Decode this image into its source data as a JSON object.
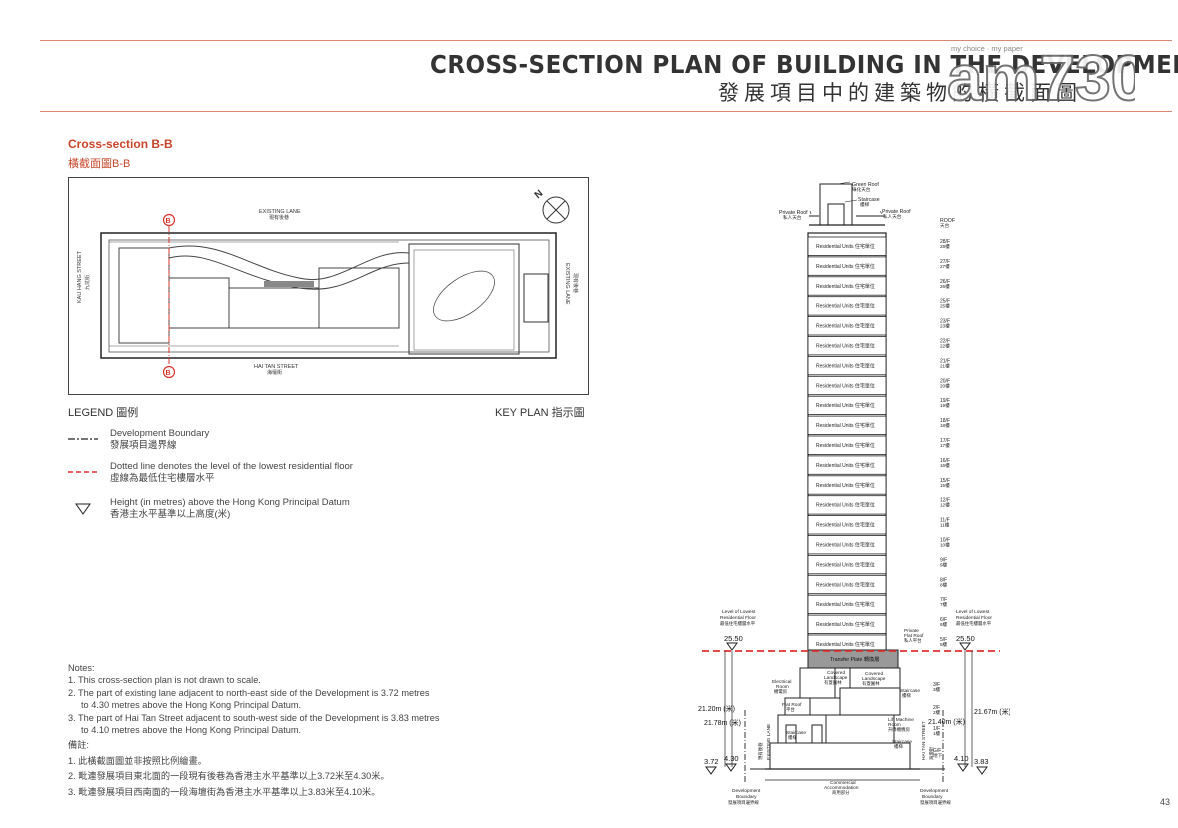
{
  "header": {
    "title_en": "CROSS-SECTION PLAN OF BUILDING IN THE DEVELOPMENT",
    "title_zh": "發展項目中的建築物的橫截面圖",
    "watermark_text": "am730",
    "watermark_tag": "my choice · my paper"
  },
  "section": {
    "title": "Cross-section B-B",
    "subtitle": "橫截面圖B-B"
  },
  "keyplan": {
    "heading": "KEY PLAN 指示圖",
    "lane_top": "EXISTING LANE",
    "lane_top_zh": "現有後巷",
    "street_left": "KAU HANG STREET",
    "street_left_zh": "九坑街",
    "lane_right": "EXISTING LANE",
    "lane_right_zh": "現有後巷",
    "street_bottom": "HAI TAN STREET",
    "street_bottom_zh": "海壇街",
    "marker": "B",
    "north": "N"
  },
  "legend": {
    "heading": "LEGEND 圖例",
    "items": [
      {
        "en": "Development Boundary",
        "zh": "發展項目邊界線"
      },
      {
        "en": "Dotted line denotes the level of the lowest residential floor",
        "zh": "虛線為最低住宅樓層水平"
      },
      {
        "en": "Height (in metres) above the Hong Kong Principal Datum",
        "zh": "香港主水平基準以上高度(米)"
      }
    ]
  },
  "notes": {
    "heading": "Notes:",
    "items": [
      "1.  This cross-section plan is not drawn to scale.",
      "2.  The part of existing lane adjacent to north-east side of the Development is 3.72 metres",
      "to 4.30 metres above the Hong Kong Principal Datum.",
      "3.  The part of Hai Tan Street adjacent to south-west side of the Development is 3.83 metres",
      "to 4.10 metres above the Hong Kong Principal Datum."
    ],
    "heading_zh": "備註:",
    "items_zh": [
      "1.  此橫截面圖並非按照比例繪畫。",
      "2.  毗連發展項目東北面的一段現有後巷為香港主水平基準以上3.72米至4.30米。",
      "3.  毗連發展項目西南面的一段海壇街為香港主水平基準以上3.83米至4.10米。"
    ]
  },
  "section_drawing": {
    "top_labels": {
      "green_roof": "Green Roof",
      "green_roof_zh": "綠化天台",
      "staircase": "Staircase",
      "staircase_zh": "樓梯",
      "private_roof": "Private Roof",
      "private_roof_zh": "私人天台",
      "roof": "ROOF",
      "roof_zh": "天台"
    },
    "unit_label": "Residential Units",
    "unit_label_zh": "住宅單位",
    "floors": [
      [
        "28/F",
        "28樓"
      ],
      [
        "27/F",
        "27樓"
      ],
      [
        "26/F",
        "26樓"
      ],
      [
        "25/F",
        "25樓"
      ],
      [
        "23/F",
        "23樓"
      ],
      [
        "22/F",
        "22樓"
      ],
      [
        "21/F",
        "21樓"
      ],
      [
        "20/F",
        "20樓"
      ],
      [
        "19/F",
        "19樓"
      ],
      [
        "18/F",
        "18樓"
      ],
      [
        "17/F",
        "17樓"
      ],
      [
        "16/F",
        "16樓"
      ],
      [
        "15/F",
        "15樓"
      ],
      [
        "12/F",
        "12樓"
      ],
      [
        "11/F",
        "11樓"
      ],
      [
        "10/F",
        "10樓"
      ],
      [
        "9/F",
        "9樓"
      ],
      [
        "8/F",
        "8樓"
      ],
      [
        "7/F",
        "7樓"
      ],
      [
        "6/F",
        "6樓"
      ],
      [
        "5/F",
        "5樓"
      ]
    ],
    "lower_floors": [
      [
        "3/F",
        "3樓"
      ],
      [
        "2/F",
        "2樓"
      ],
      [
        "1/F",
        "1樓"
      ],
      [
        "G/F",
        "地下"
      ]
    ],
    "transfer_plate": "Transfer Plate 轉換層",
    "labels": {
      "lowest_floor_en_1": "Level of Lowest",
      "lowest_floor_en_2": "Residential Floor",
      "lowest_floor_zh": "最低住宅樓層水平",
      "covered_landscape_1": "Covered",
      "covered_landscape_2": "Landscape",
      "covered_landscape_zh": "有蓋園林",
      "electrical_room_1": "Electrical",
      "electrical_room_2": "Room",
      "electrical_room_zh": "機電房",
      "flat_roof": "Flat Roof",
      "flat_roof_zh": "平台",
      "private_flat_roof_1": "Private",
      "private_flat_roof_2": "Flat Roof",
      "private_flat_roof_zh": "私人平台",
      "staircase": "Staircase",
      "staircase_zh": "樓梯",
      "lift_machine_1": "Lift Machine",
      "lift_machine_2": "Room",
      "lift_machine_zh": "升降機機房",
      "existing_lane": "EXISTING LANE",
      "existing_lane_zh": "現有後巷",
      "hai_tan_street": "HAI TAN STREET",
      "hai_tan_street_zh": "海壇街",
      "commercial_1": "Commercial",
      "commercial_2": "Accommodation",
      "commercial_zh": "商用部分",
      "dev_boundary_1": "Development",
      "dev_boundary_2": "Boundary",
      "dev_boundary_zh": "發展項目邊界線"
    },
    "heights": {
      "left_lowest": "25.50",
      "right_lowest": "25.50",
      "left_dim_a": "21.20m (米)",
      "left_dim_b": "21.78m (米)",
      "right_dim_a": "21.67m (米)",
      "right_dim_b": "21.40m (米)",
      "left_ground_a": "3.72",
      "left_ground_b": "4.30",
      "right_ground_a": "4.10",
      "right_ground_b": "3.83"
    }
  },
  "page": {
    "number": "43"
  },
  "colors": {
    "accent": "#c8452a",
    "rule": "#d88870",
    "dashed": "#e03030"
  }
}
